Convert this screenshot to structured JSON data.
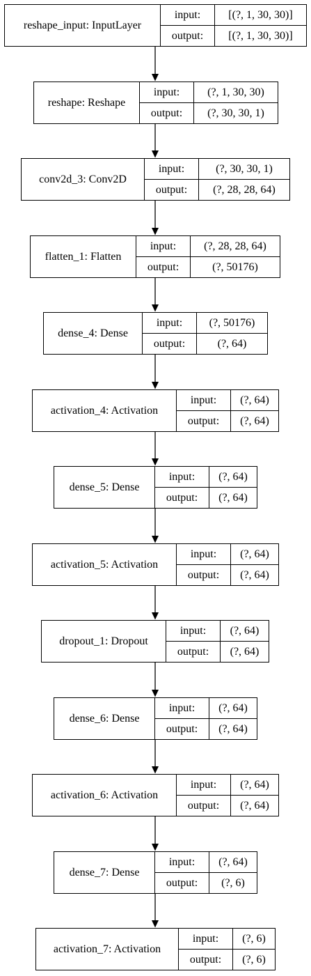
{
  "diagram": {
    "labels": {
      "input": "input:",
      "output": "output:"
    },
    "nodes": [
      {
        "name": "reshape_input: InputLayer",
        "input": "[(?, 1, 30, 30)]",
        "output": "[(?, 1, 30, 30)]"
      },
      {
        "name": "reshape: Reshape",
        "input": "(?, 1, 30, 30)",
        "output": "(?, 30, 30, 1)"
      },
      {
        "name": "conv2d_3: Conv2D",
        "input": "(?, 30, 30, 1)",
        "output": "(?, 28, 28, 64)"
      },
      {
        "name": "flatten_1: Flatten",
        "input": "(?, 28, 28, 64)",
        "output": "(?, 50176)"
      },
      {
        "name": "dense_4: Dense",
        "input": "(?, 50176)",
        "output": "(?, 64)"
      },
      {
        "name": "activation_4: Activation",
        "input": "(?, 64)",
        "output": "(?, 64)"
      },
      {
        "name": "dense_5: Dense",
        "input": "(?, 64)",
        "output": "(?, 64)"
      },
      {
        "name": "activation_5: Activation",
        "input": "(?, 64)",
        "output": "(?, 64)"
      },
      {
        "name": "dropout_1: Dropout",
        "input": "(?, 64)",
        "output": "(?, 64)"
      },
      {
        "name": "dense_6: Dense",
        "input": "(?, 64)",
        "output": "(?, 64)"
      },
      {
        "name": "activation_6: Activation",
        "input": "(?, 64)",
        "output": "(?, 64)"
      },
      {
        "name": "dense_7: Dense",
        "input": "(?, 64)",
        "output": "(?, 6)"
      },
      {
        "name": "activation_7: Activation",
        "input": "(?, 6)",
        "output": "(?, 6)"
      }
    ]
  }
}
